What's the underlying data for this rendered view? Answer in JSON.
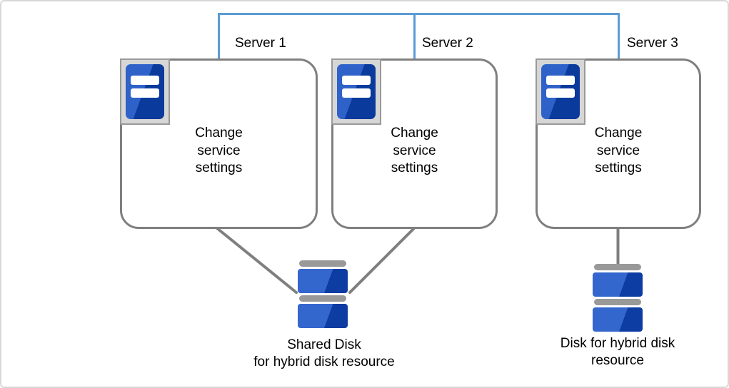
{
  "colors": {
    "network_blue": "#5B9BD5",
    "line_gray": "#7F7F7F",
    "canvas_border": "#D8D8D8",
    "text_color": "#000000",
    "icon_frame_fill": "#D6D6D6",
    "icon_frame_border": "#999999",
    "server_blue_light": "#2F62C9",
    "server_blue_dark": "#0A3A9C",
    "disk_cap_gray": "#999999",
    "disk_blue_light": "#3467CE",
    "disk_blue_dark": "#0D3DA2"
  },
  "icons": {
    "server": "server-icon",
    "disk": "disk-stack-icon"
  },
  "servers": [
    {
      "name": "Server 1",
      "action": "Change service settings"
    },
    {
      "name": "Server 2",
      "action": "Change service settings"
    },
    {
      "name": "Server 3",
      "action": "Change service settings"
    }
  ],
  "storage": {
    "shared_disk": {
      "lines": [
        "Shared Disk",
        "for hybrid disk resource"
      ]
    },
    "local_disk": {
      "lines": [
        "Disk for hybrid disk",
        "resource"
      ]
    }
  }
}
